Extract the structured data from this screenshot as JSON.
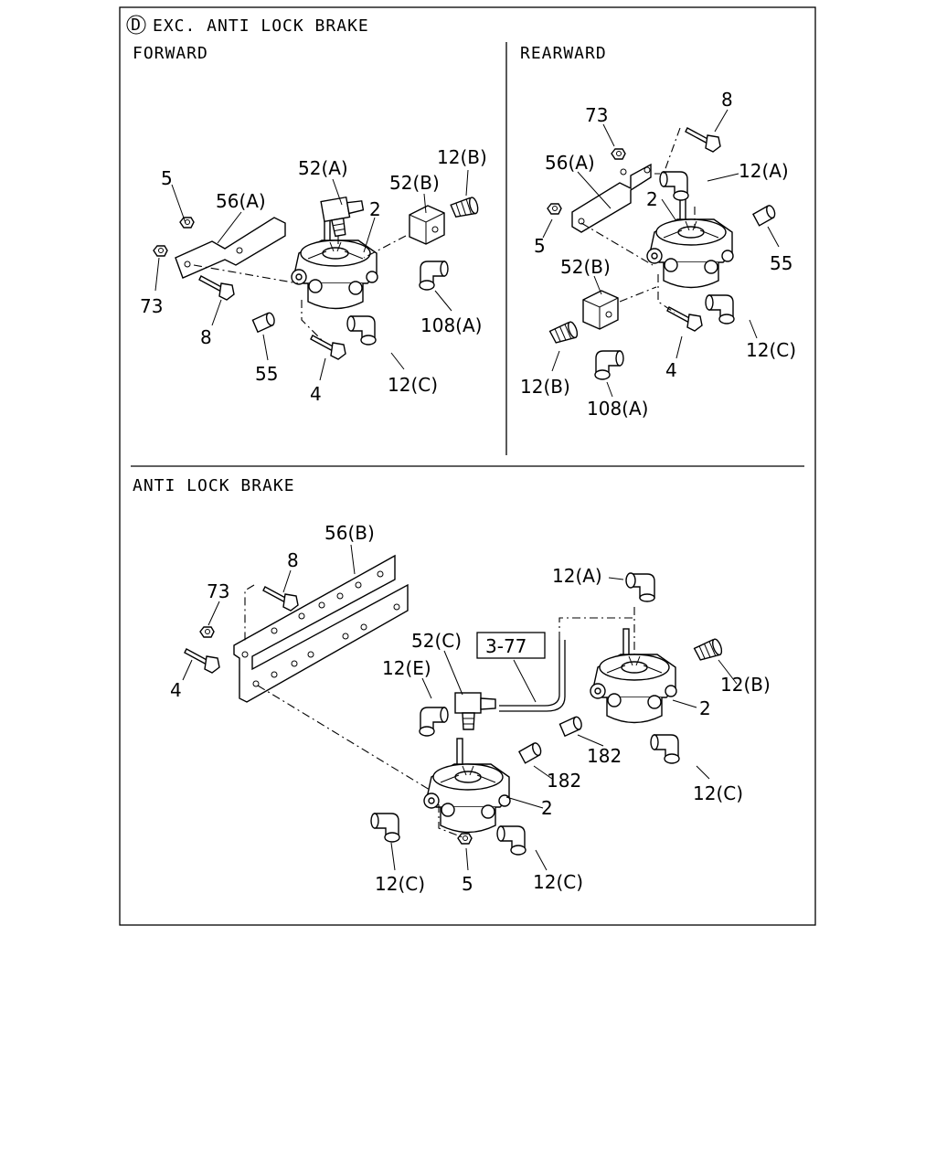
{
  "sections": {
    "top_header": {
      "marker": "D",
      "title": "EXC. ANTI LOCK BRAKE"
    },
    "forward": {
      "title": "FORWARD"
    },
    "rearward": {
      "title": "REARWARD"
    },
    "abs": {
      "title": "ANTI LOCK BRAKE"
    }
  },
  "callouts": {
    "forward": [
      "5",
      "56(A)",
      "52(A)",
      "2",
      "52(B)",
      "12(B)",
      "73",
      "8",
      "55",
      "4",
      "12(C)",
      "108(A)"
    ],
    "rearward": [
      "73",
      "8",
      "56(A)",
      "12(A)",
      "2",
      "5",
      "55",
      "52(B)",
      "12(B)",
      "108(A)",
      "4",
      "12(C)"
    ],
    "abs": [
      "56(B)",
      "8",
      "73",
      "4",
      "12(A)",
      "3-77",
      "52(C)",
      "12(E)",
      "12(B)",
      "2",
      "182",
      "182",
      "2",
      "12(C)",
      "12(C)",
      "5",
      "12(C)"
    ]
  }
}
